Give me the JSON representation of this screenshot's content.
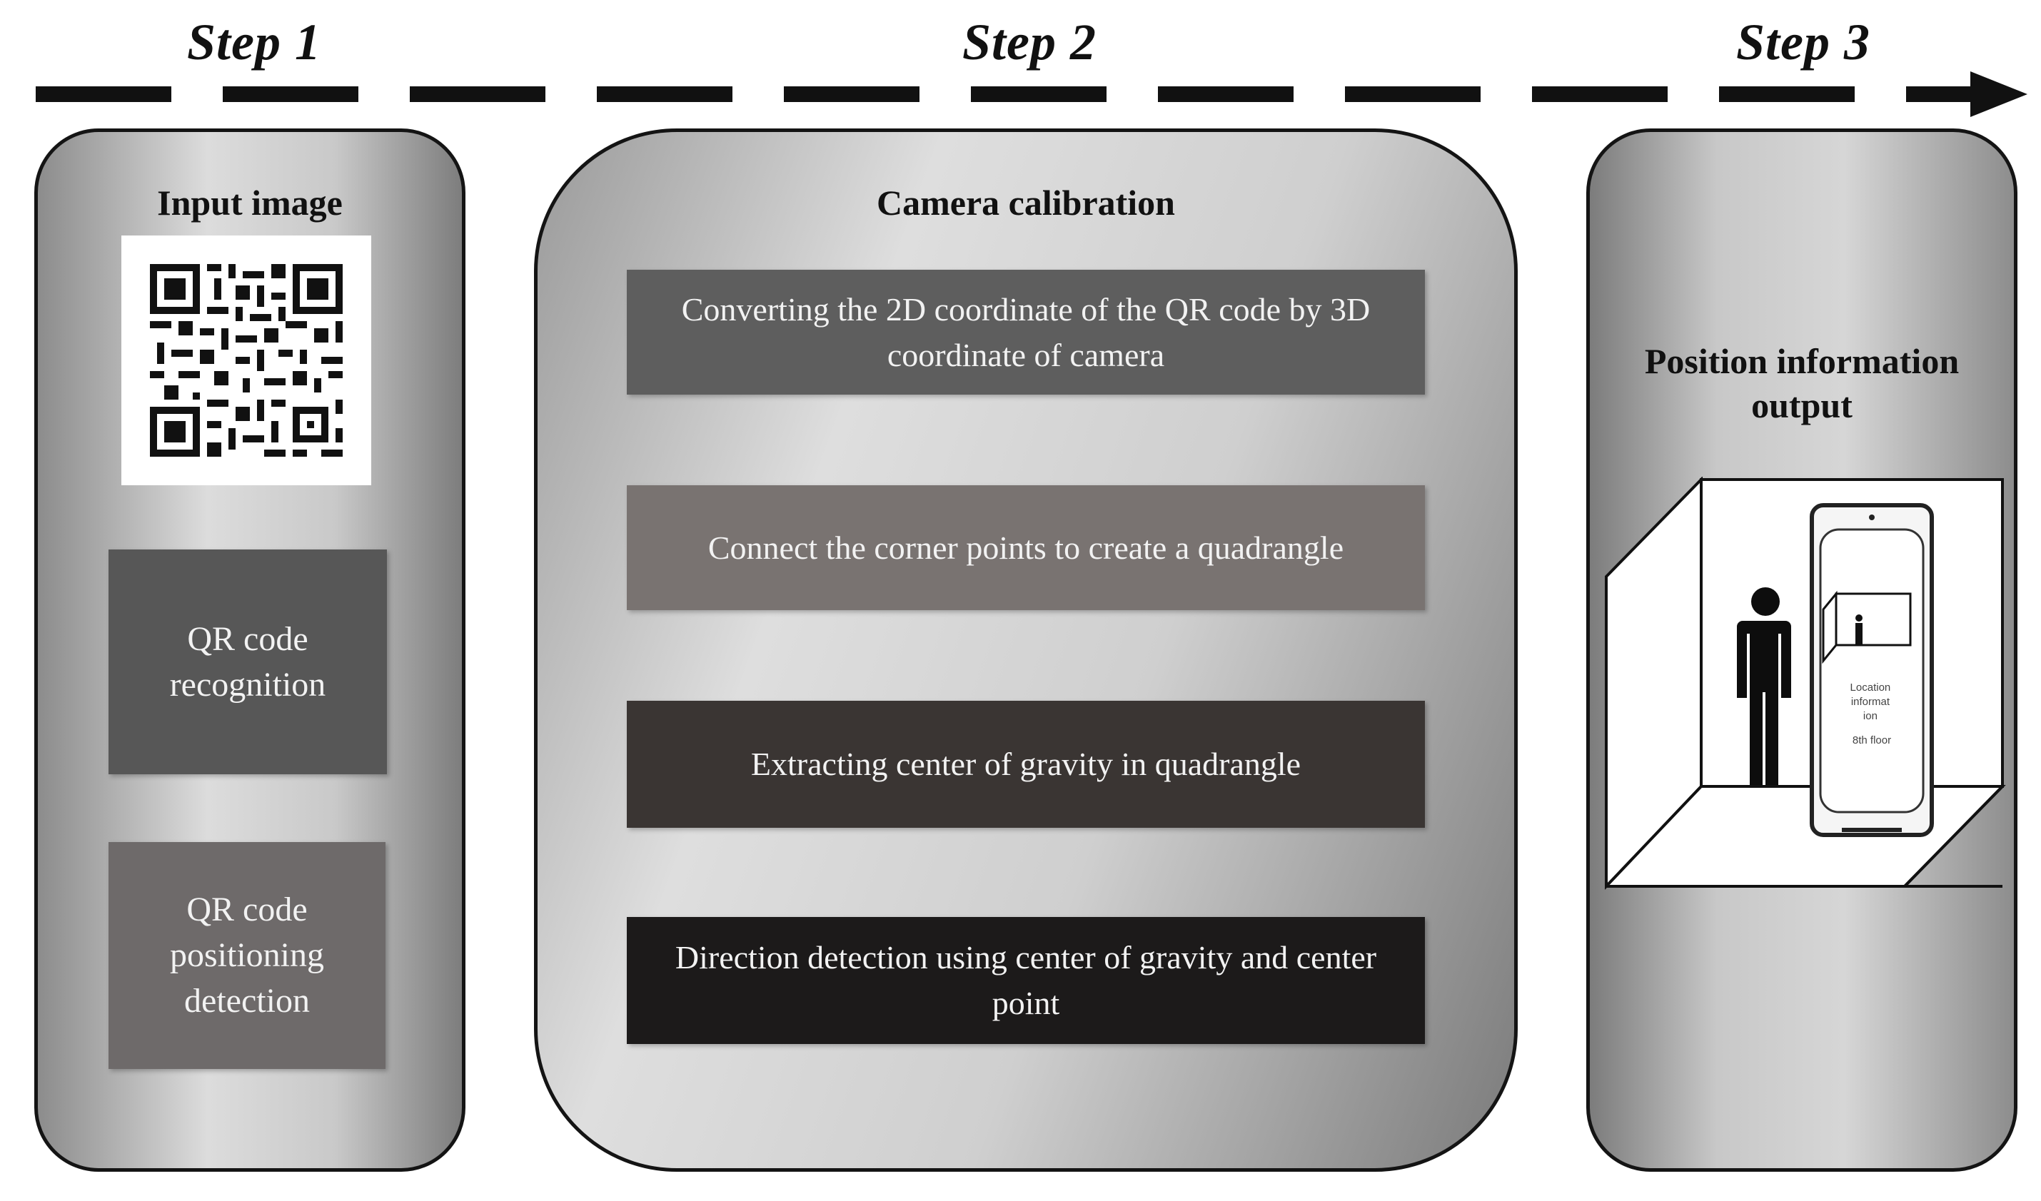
{
  "steps": {
    "step1": "Step 1",
    "step2": "Step 2",
    "step3": "Step 3"
  },
  "panel1": {
    "title": "Input image",
    "recognition_label": "QR code recognition",
    "positioning_label": "QR code positioning detection"
  },
  "panel2": {
    "title": "Camera calibration",
    "stages": [
      "Converting  the 2D coordinate  of the QR code  by 3D coordinate  of camera",
      "Connect  the corner  points  to create  a quadrangle",
      "Extracting  center of gravity  in quadrangle",
      "Direction detection using center of gravity and center point"
    ]
  },
  "panel3": {
    "title": "Position information output",
    "phone_text": "Location informat ion 8th floor"
  },
  "colors": {
    "stage1": "#5e5e5e",
    "stage2": "#797371",
    "stage3": "#3a3533",
    "stage4": "#1c1a1a",
    "recognition_box": "#575757",
    "positioning_box": "#6e6a6a"
  },
  "icons": [
    "qr-code-icon",
    "person-icon",
    "smartphone-icon",
    "room-icon",
    "arrow-right-icon"
  ]
}
